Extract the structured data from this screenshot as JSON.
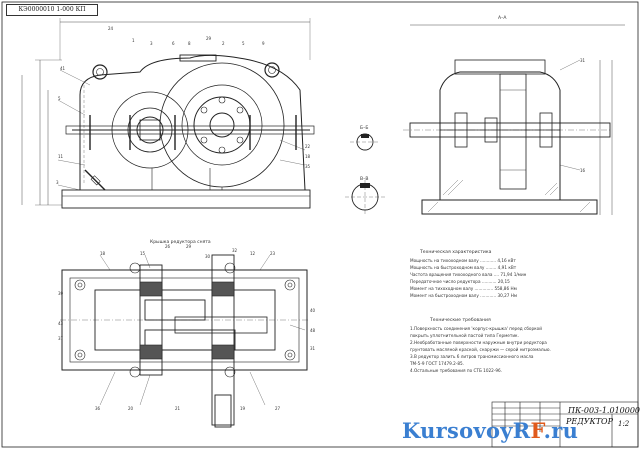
{
  "sheet": {
    "frame_id": "КЭ0000010 1-000 КП",
    "watermark_main": "KursovoyR",
    "watermark_rf": "F",
    "watermark_tail": ".ru",
    "title_block": {
      "code": "ПК-003-1.010000СБ",
      "name": "РЕДУКТОР",
      "scale": "1:2"
    },
    "view_captions": {
      "top_view": "Крышка редуктора снята",
      "section_bb": "Б–Б",
      "section_vv": "В–В",
      "section_aa": "А–А"
    },
    "tech_characteristics": {
      "heading": "Техническая характеристика",
      "lines": [
        "Мощность на тихоходном валу ............ 4,16 кВт",
        "Мощность на быстроходном валу ........ 4,91 кВт",
        "Частота вращения тихоходного вала .... 71,94 1/мин",
        "Передаточное число редуктора ........... 20,15",
        "Момент на тихоходном валу .............. 558,86 Нм",
        "Момент на быстроходном валу ............ 30,27 Нм"
      ]
    },
    "tech_requirements": {
      "heading": "Технические требования",
      "lines": [
        "1.Поверхность соединения 'корпус-крышка' перед сборкой",
        "покрыть уплотнительной пастой типа Герметик.",
        "2.Необработанные поверхности наружные внутри редуктора",
        "грунтовать масляной краской, снаружи — серой нитроэмалью.",
        "3.В редуктор залить 6 литров трансмиссионного масла",
        "ТМ-5-9 ГОСТ 17479.2-85.",
        "4.Остальные требования по СТБ 1022-96."
      ]
    }
  }
}
